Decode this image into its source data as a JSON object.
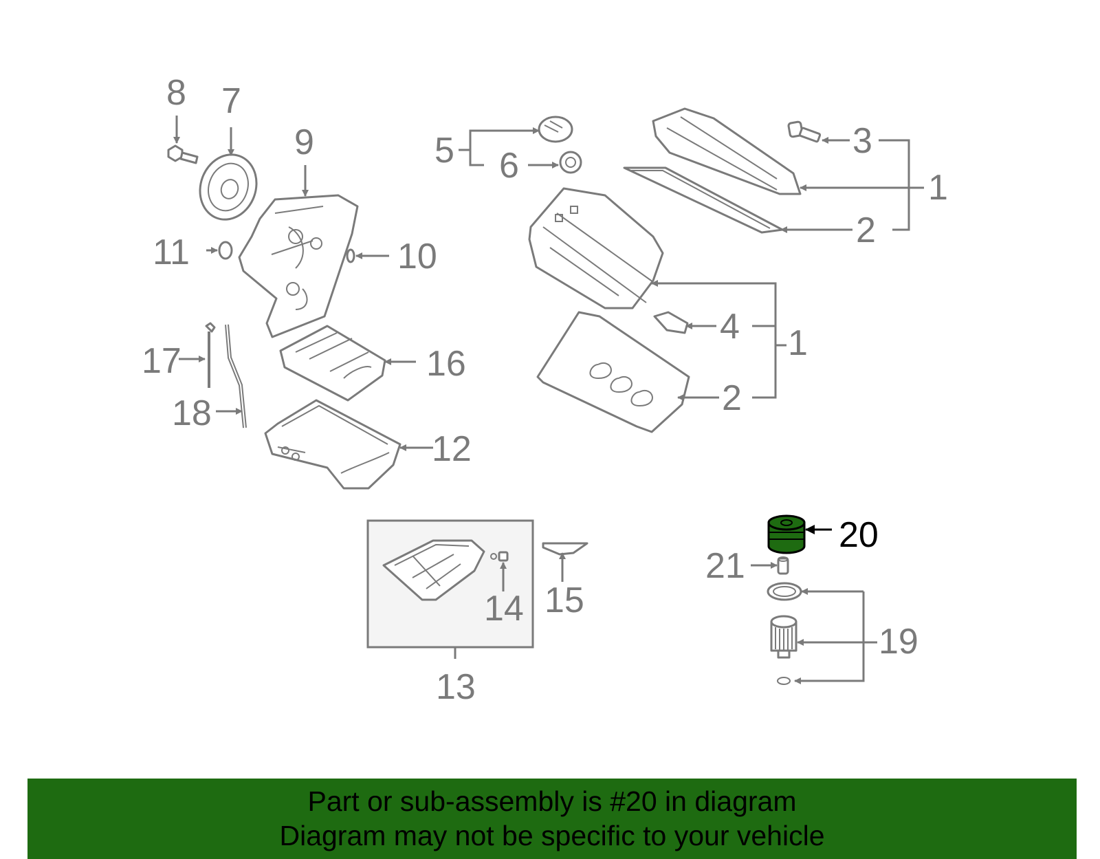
{
  "callouts": {
    "c1a": "1",
    "c1b": "1",
    "c2a": "2",
    "c2b": "2",
    "c3": "3",
    "c4": "4",
    "c5": "5",
    "c6": "6",
    "c7": "7",
    "c8": "8",
    "c9": "9",
    "c10": "10",
    "c11": "11",
    "c12": "12",
    "c13": "13",
    "c14": "14",
    "c15": "15",
    "c16": "16",
    "c17": "17",
    "c18": "18",
    "c19": "19",
    "c20": "20",
    "c21": "21"
  },
  "highlight_color": "#1e6b11",
  "footer": {
    "line1": "Part or sub-assembly is #20 in diagram",
    "line2": "Diagram may not be specific to your vehicle"
  }
}
